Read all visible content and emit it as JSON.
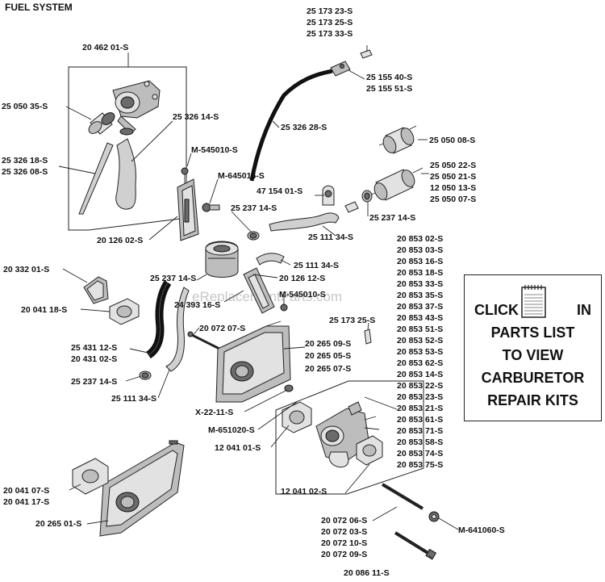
{
  "title": "FUEL SYSTEM",
  "watermark": "eReplacementParts.com",
  "labels": {
    "p25173_23": "25 173 23-S",
    "p25173_25": "25 173 25-S",
    "p25173_33": "25 173 33-S",
    "p20462_01": "20 462 01-S",
    "p25155_40": "25 155 40-S",
    "p25155_51": "25 155 51-S",
    "p25050_35": "25 050 35-S",
    "p25326_14": "25 326 14-S",
    "p25326_28": "25 326 28-S",
    "p25050_08": "25 050 08-S",
    "p25326_18": "25 326 18-S",
    "p25326_08": "25 326 08-S",
    "pM545010a": "M-545010-S",
    "p25050_22": "25 050 22-S",
    "p25050_21": "25 050 21-S",
    "p12050_13": "12 050 13-S",
    "p25050_07": "25 050 07-S",
    "pM645016": "M-645016-S",
    "p47154_01": "47 154 01-S",
    "p25237_14a": "25 237 14-S",
    "p25237_14b": "25 237 14-S",
    "p20126_02": "20 126 02-S",
    "p25111_34a": "25 111 34-S",
    "p20853_02": "20 853 02-S",
    "p20853_03": "20 853 03-S",
    "p20853_16": "20 853 16-S",
    "p20853_18": "20 853 18-S",
    "p20853_33": "20 853 33-S",
    "p20853_35": "20 853 35-S",
    "p20853_37": "20 853 37-S",
    "p20853_43": "20 853 43-S",
    "p20853_51": "20 853 51-S",
    "p20853_52": "20 853 52-S",
    "p20853_53": "20 853 53-S",
    "p20853_62": "20 853 62-S",
    "p20853_14": "20 853 14-S",
    "p20853_22": "20 853 22-S",
    "p20853_23": "20 853 23-S",
    "p20853_21": "20 853 21-S",
    "p20853_61": "20 853 61-S",
    "p20853_71": "20 853 71-S",
    "p20853_58": "20 853 58-S",
    "p20853_74": "20 853 74-S",
    "p20853_75": "20 853 75-S",
    "p25111_34b": "25 111 34-S",
    "p20332_01": "20 332 01-S",
    "p20126_12": "20 126 12-S",
    "p25237_14c": "25 237 14-S",
    "pM545010b": "M-545010-S",
    "p24393_16": "24 393 16-S",
    "p20041_18": "20 041 18-S",
    "p25173_25b": "25 173 25-S",
    "p20072_07": "20 072 07-S",
    "p25431_12": "25 431 12-S",
    "p20431_02": "20 431 02-S",
    "p20265_09": "20 265 09-S",
    "p20265_05": "20 265 05-S",
    "p20265_07": "20 265 07-S",
    "p25237_14d": "25 237 14-S",
    "p25111_34c": "25 111 34-S",
    "pX22_11": "X-22-11-S",
    "pM651020": "M-651020-S",
    "p12041_01": "12 041 01-S",
    "p12041_02": "12 041 02-S",
    "p20041_07": "20 041 07-S",
    "p20041_17": "20 041 17-S",
    "p20265_01": "20 265 01-S",
    "p20072_06": "20 072 06-S",
    "p20072_03": "20 072 03-S",
    "p20072_10": "20 072 10-S",
    "p20072_09": "20 072 09-S",
    "pM641060": "M-641060-S",
    "p20086_11": "20 086 11-S"
  },
  "kit_box": {
    "line_click": "CLICK",
    "line_in": "IN",
    "line_parts": "PARTS LIST",
    "line_view": "TO VIEW",
    "line_carb": "CARBURETOR",
    "line_repair": "REPAIR KITS",
    "icon": "notepad-icon"
  }
}
